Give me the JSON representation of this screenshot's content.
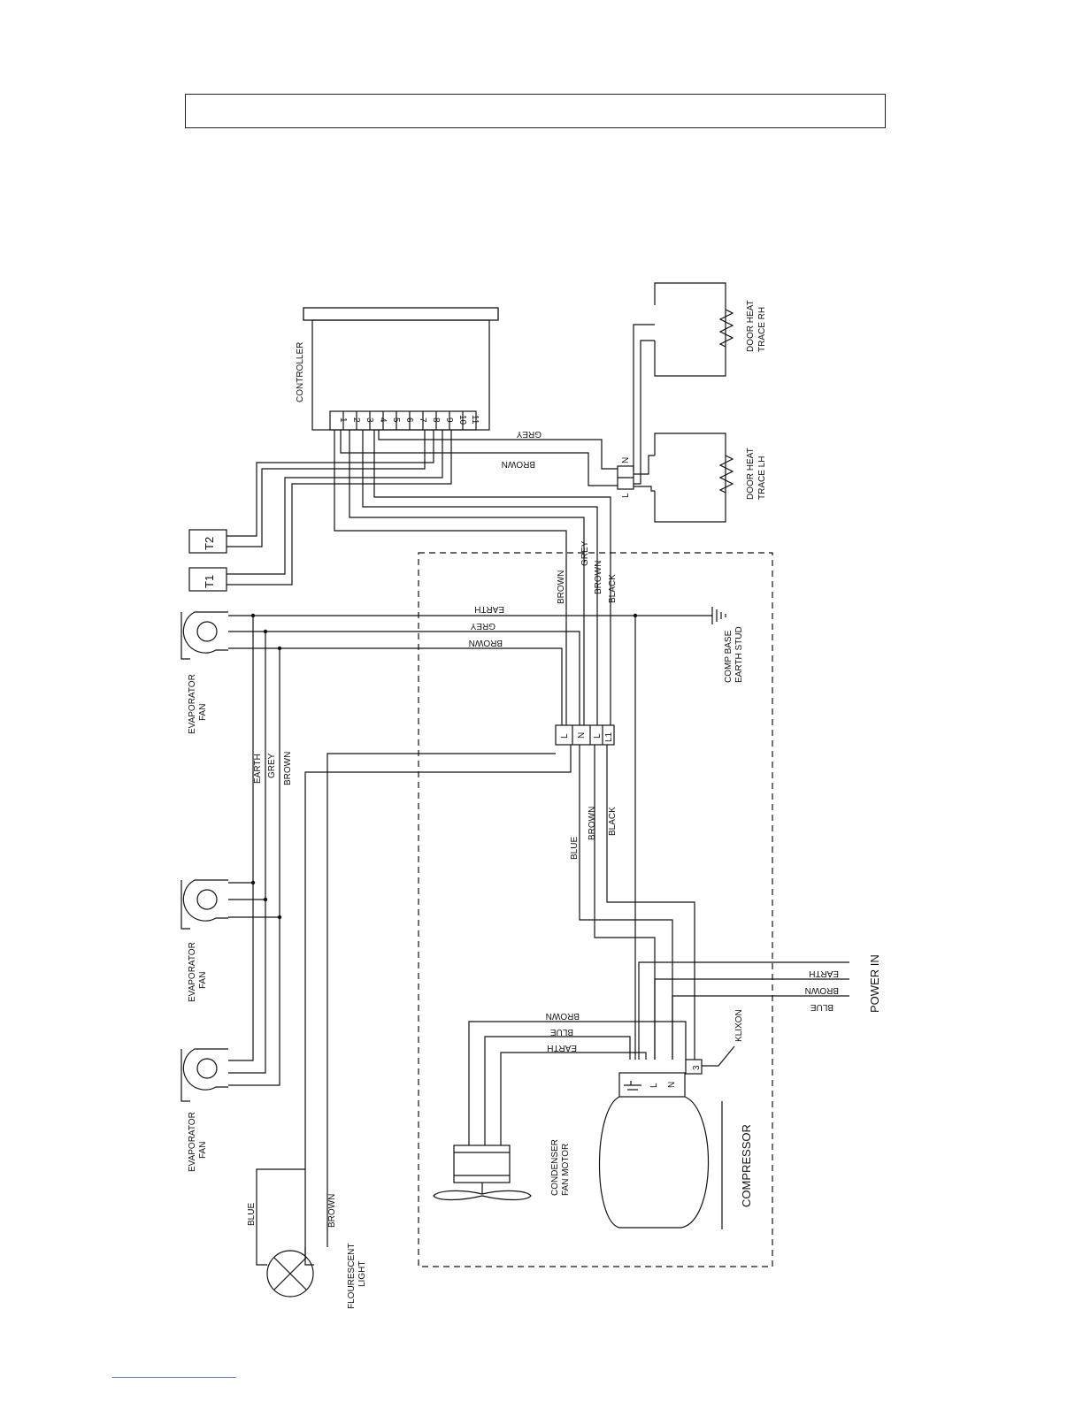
{
  "components": {
    "controller": "CONTROLLER",
    "terminals": [
      "1",
      "2",
      "3",
      "4",
      "5",
      "6",
      "7",
      "8",
      "9",
      "10",
      "11"
    ],
    "t1": "T1",
    "t2": "T2",
    "evap_fan_label": [
      "EVAPORATOR",
      "FAN"
    ],
    "door_heat_rh": [
      "DOOR HEAT",
      "TRACE RH"
    ],
    "door_heat_lh": [
      "DOOR HEAT",
      "TRACE LH"
    ],
    "comp_base": [
      "COMP BASE",
      "EARTH STUD"
    ],
    "condenser": [
      "CONDENSER",
      "FAN MOTOR"
    ],
    "compressor": "COMPRESSOR",
    "klixon": "KLIXON",
    "power_in": "POWER  IN",
    "light": [
      "FLOURESCENT",
      "LIGHT"
    ]
  },
  "terminal_blocks": {
    "door_tb": [
      "L",
      "N"
    ],
    "main_tb": [
      "L",
      "N",
      "L",
      "L1"
    ],
    "compressor_tb": [
      "L",
      "N",
      "3"
    ]
  },
  "wires": {
    "grey": "GREY",
    "brown": "BROWN",
    "earth": "EARTH",
    "blue": "BLUE",
    "black": "BLACK"
  },
  "colors": {
    "ink": "#111111",
    "footer_link": "#6a7fd0"
  }
}
